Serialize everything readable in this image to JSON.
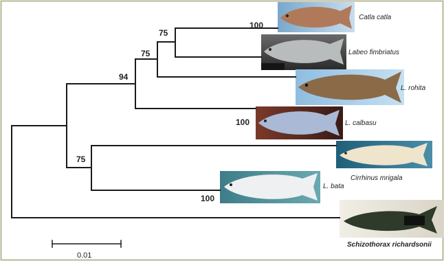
{
  "tree": {
    "support_values": {
      "catla": "100",
      "node_catla_fimbriatus": "75",
      "node_with_rohita": "75",
      "node_with_calbasu": "94",
      "calbasu": "100",
      "node_mrigala_bata": "75",
      "bata": "100"
    },
    "taxa": {
      "catla": "Catla catla",
      "fimbriatus": "Labeo fimbriatus",
      "rohita": "L. rohita",
      "calbasu": "L. calbasu",
      "mrigala": "Cirrhinus mrigala",
      "bata": "L. bata",
      "schizothorax": "Schizothorax richardsonii"
    },
    "scale_bar_label": "0.01"
  },
  "colors": {
    "frame": "#b8b89a",
    "branches": "#1a1a1a",
    "catla_bg": "#9bc2e0",
    "fimbriatus_bg": "#555555",
    "rohita_bg": "#a9cde8",
    "calbasu_bg": "#5a2a24",
    "mrigala_bg": "#2f6f8a",
    "bata_bg": "#4f8e98",
    "schizothorax_bg": "#e6e2d8"
  }
}
